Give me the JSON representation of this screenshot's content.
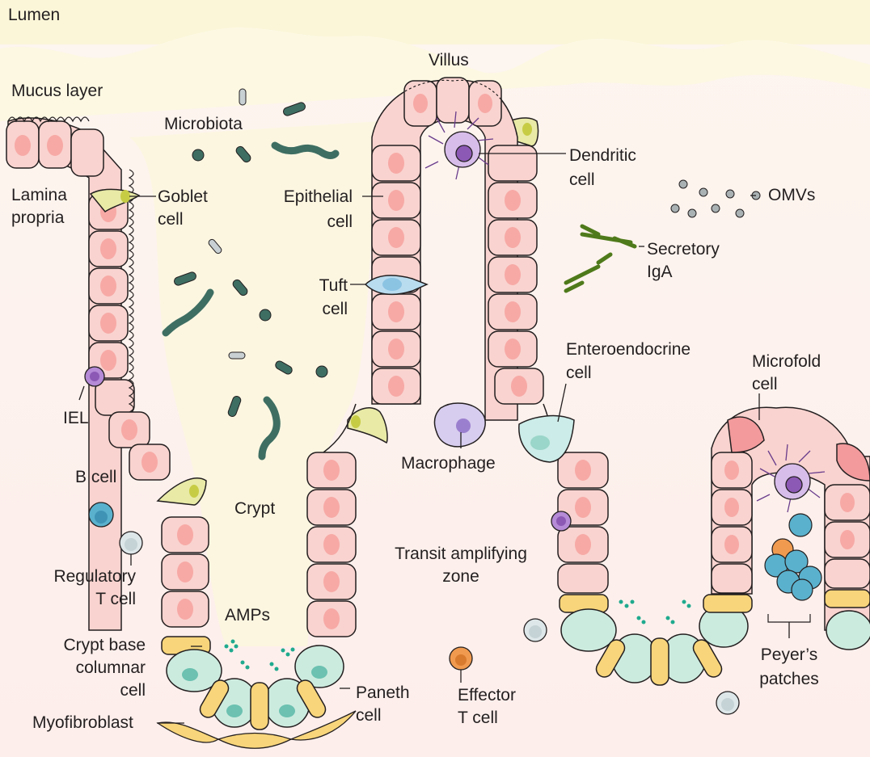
{
  "labels": {
    "lumen": "Lumen",
    "mucus_layer": "Mucus layer",
    "microbiota": "Microbiota",
    "villus": "Villus",
    "lamina_propria_1": "Lamina",
    "lamina_propria_2": "propria",
    "goblet_1": "Goblet",
    "goblet_2": "cell",
    "epithelial_1": "Epithelial",
    "epithelial_2": "cell",
    "dendritic_1": "Dendritic",
    "dendritic_2": "cell",
    "omvs": "OMVs",
    "secretory_iga_1": "Secretory",
    "secretory_iga_2": "IgA",
    "tuft_1": "Tuft",
    "tuft_2": "cell",
    "enteroendocrine_1": "Enteroendocrine",
    "enteroendocrine_2": "cell",
    "microfold_1": "Microfold",
    "microfold_2": "cell",
    "iel": "IEL",
    "macrophage": "Macrophage",
    "b_cell": "B cell",
    "crypt": "Crypt",
    "treg_1": "Regulatory",
    "treg_2": "T cell",
    "transit_1": "Transit amplifying",
    "transit_2": "zone",
    "amps": "AMPs",
    "cbc_1": "Crypt base",
    "cbc_2": "columnar",
    "cbc_3": "cell",
    "paneth_1": "Paneth",
    "paneth_2": "cell",
    "effector_1": "Effector",
    "effector_2": "T cell",
    "peyers_1": "Peyer’s",
    "peyers_2": "patches",
    "myofibroblast": "Myofibroblast"
  },
  "colors": {
    "lumen": "#fbf6d8",
    "tissue": "#fdf1ee",
    "enterocyte": "#f9d3cf",
    "nucleus": "#f7a9a6",
    "goblet": "#e8eaa6",
    "paneth": "#ccebdf",
    "cbc": "#f8d57a",
    "microbe": "#3e6e62",
    "iga": "#6f9a2a",
    "immune_purple": "#b58ad6",
    "b_cell": "#5ab1cd",
    "t_cell_grey": "#c5d3d6",
    "effector_t": "#f09a4f"
  }
}
